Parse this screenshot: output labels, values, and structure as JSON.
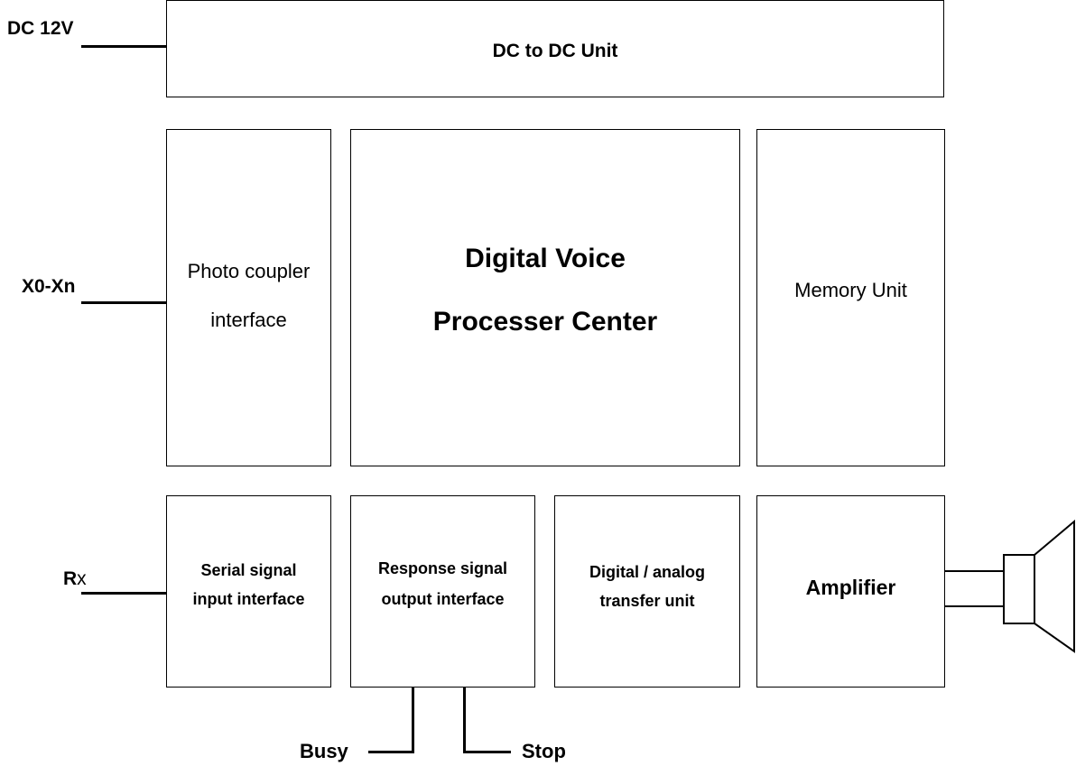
{
  "blocks": {
    "dc_to_dc": "DC to DC Unit",
    "photo_coupler": [
      "Photo coupler",
      "interface"
    ],
    "dvpc": [
      "Digital Voice",
      "Processer Center"
    ],
    "memory": "Memory Unit",
    "serial_input": [
      "Serial signal",
      "input interface"
    ],
    "response_output": [
      "Response signal",
      "output interface"
    ],
    "dac": [
      "Digital / analog",
      "transfer unit"
    ],
    "amplifier": "Amplifier"
  },
  "signals": {
    "dc12v": "DC 12V",
    "x0xn": "X0-Xn",
    "rx_r": "R",
    "rx_x": "x",
    "busy": "Busy",
    "stop": "Stop"
  }
}
